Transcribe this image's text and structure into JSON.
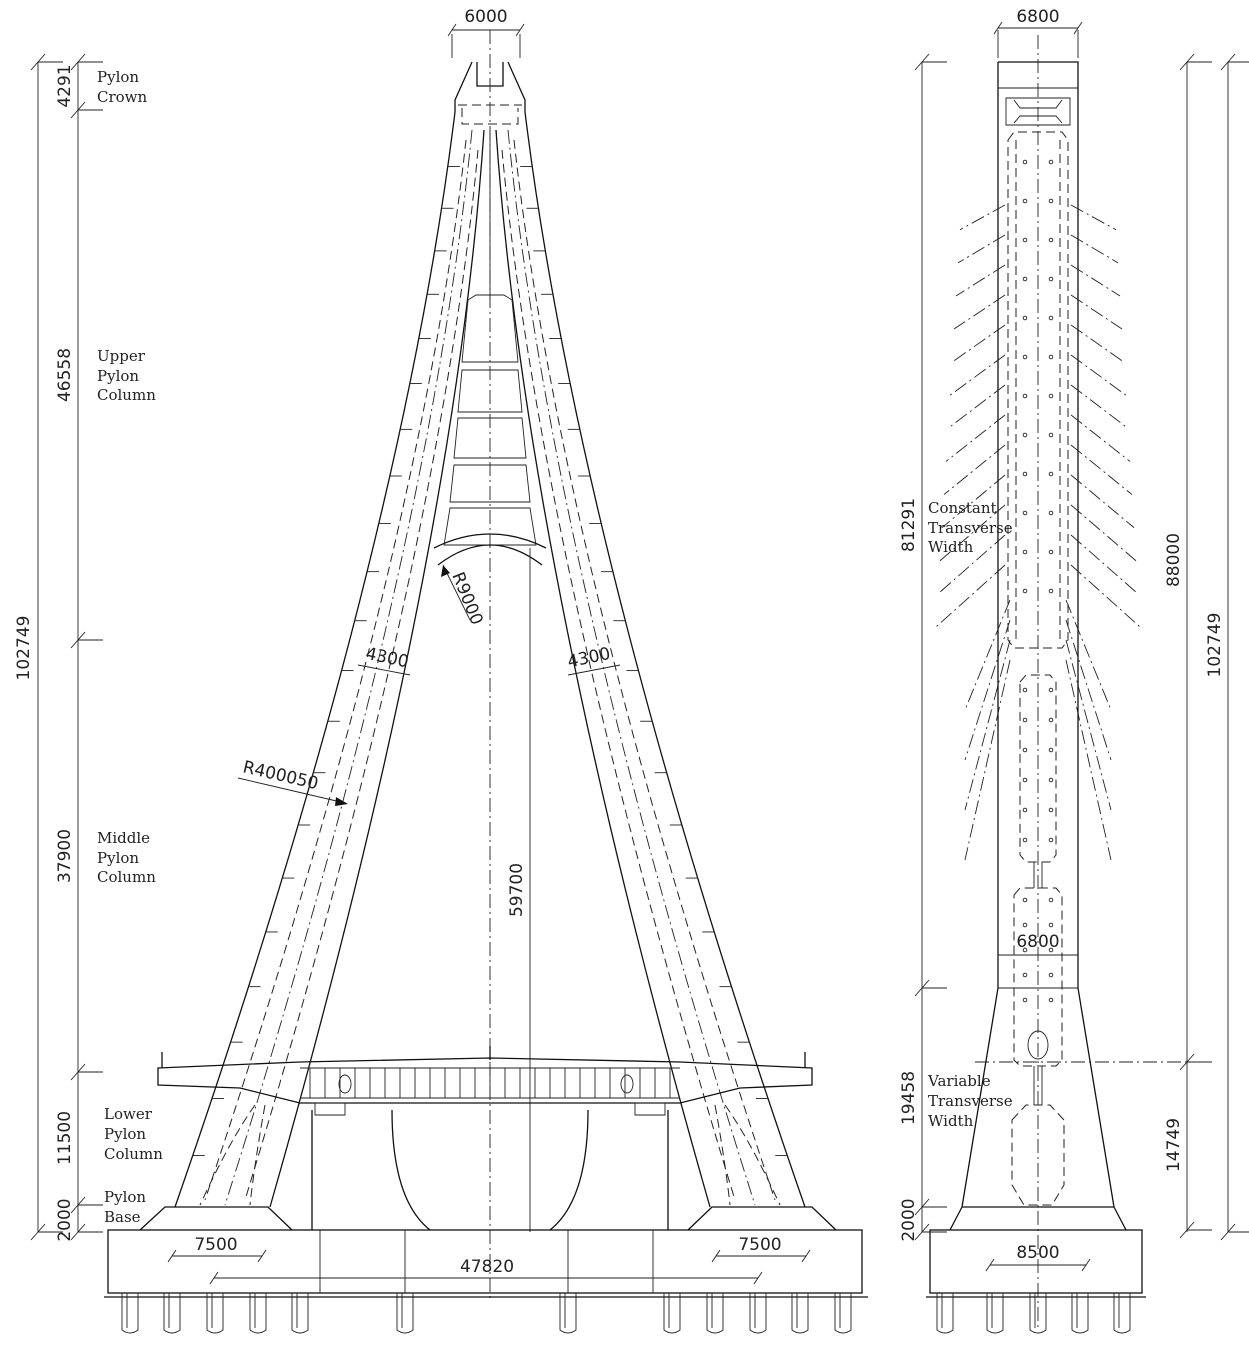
{
  "elevation": {
    "top_width": "6000",
    "leg_width_left": "4300",
    "leg_width_right": "4300",
    "arch_radius": "R9000",
    "leg_radius": "R400050",
    "clear_height": "59700",
    "base_left": "7500",
    "base_right": "7500",
    "base_span": "47820",
    "dims": {
      "crown": "4291",
      "upper": "46558",
      "middle": "37900",
      "lower": "11500",
      "base": "2000",
      "total": "102749"
    },
    "labels": {
      "crown": [
        "Pylon",
        "Crown"
      ],
      "upper": [
        "Upper",
        "Pylon",
        "Column"
      ],
      "middle": [
        "Middle",
        "Pylon",
        "Column"
      ],
      "lower": [
        "Lower",
        "Pylon",
        "Column"
      ],
      "base": [
        "Pylon",
        "Base"
      ]
    }
  },
  "side_view": {
    "top_width": "6800",
    "mid_width": "6800",
    "base_width": "8500",
    "dims": {
      "constant": "81291",
      "variable": "19458",
      "base": "2000",
      "upper_anchor": "88000",
      "lower": "14749",
      "total": "102749"
    },
    "labels": {
      "constant": [
        "Constant",
        "Transverse",
        "Width"
      ],
      "variable": [
        "Variable",
        "Transverse",
        "Width"
      ]
    }
  }
}
